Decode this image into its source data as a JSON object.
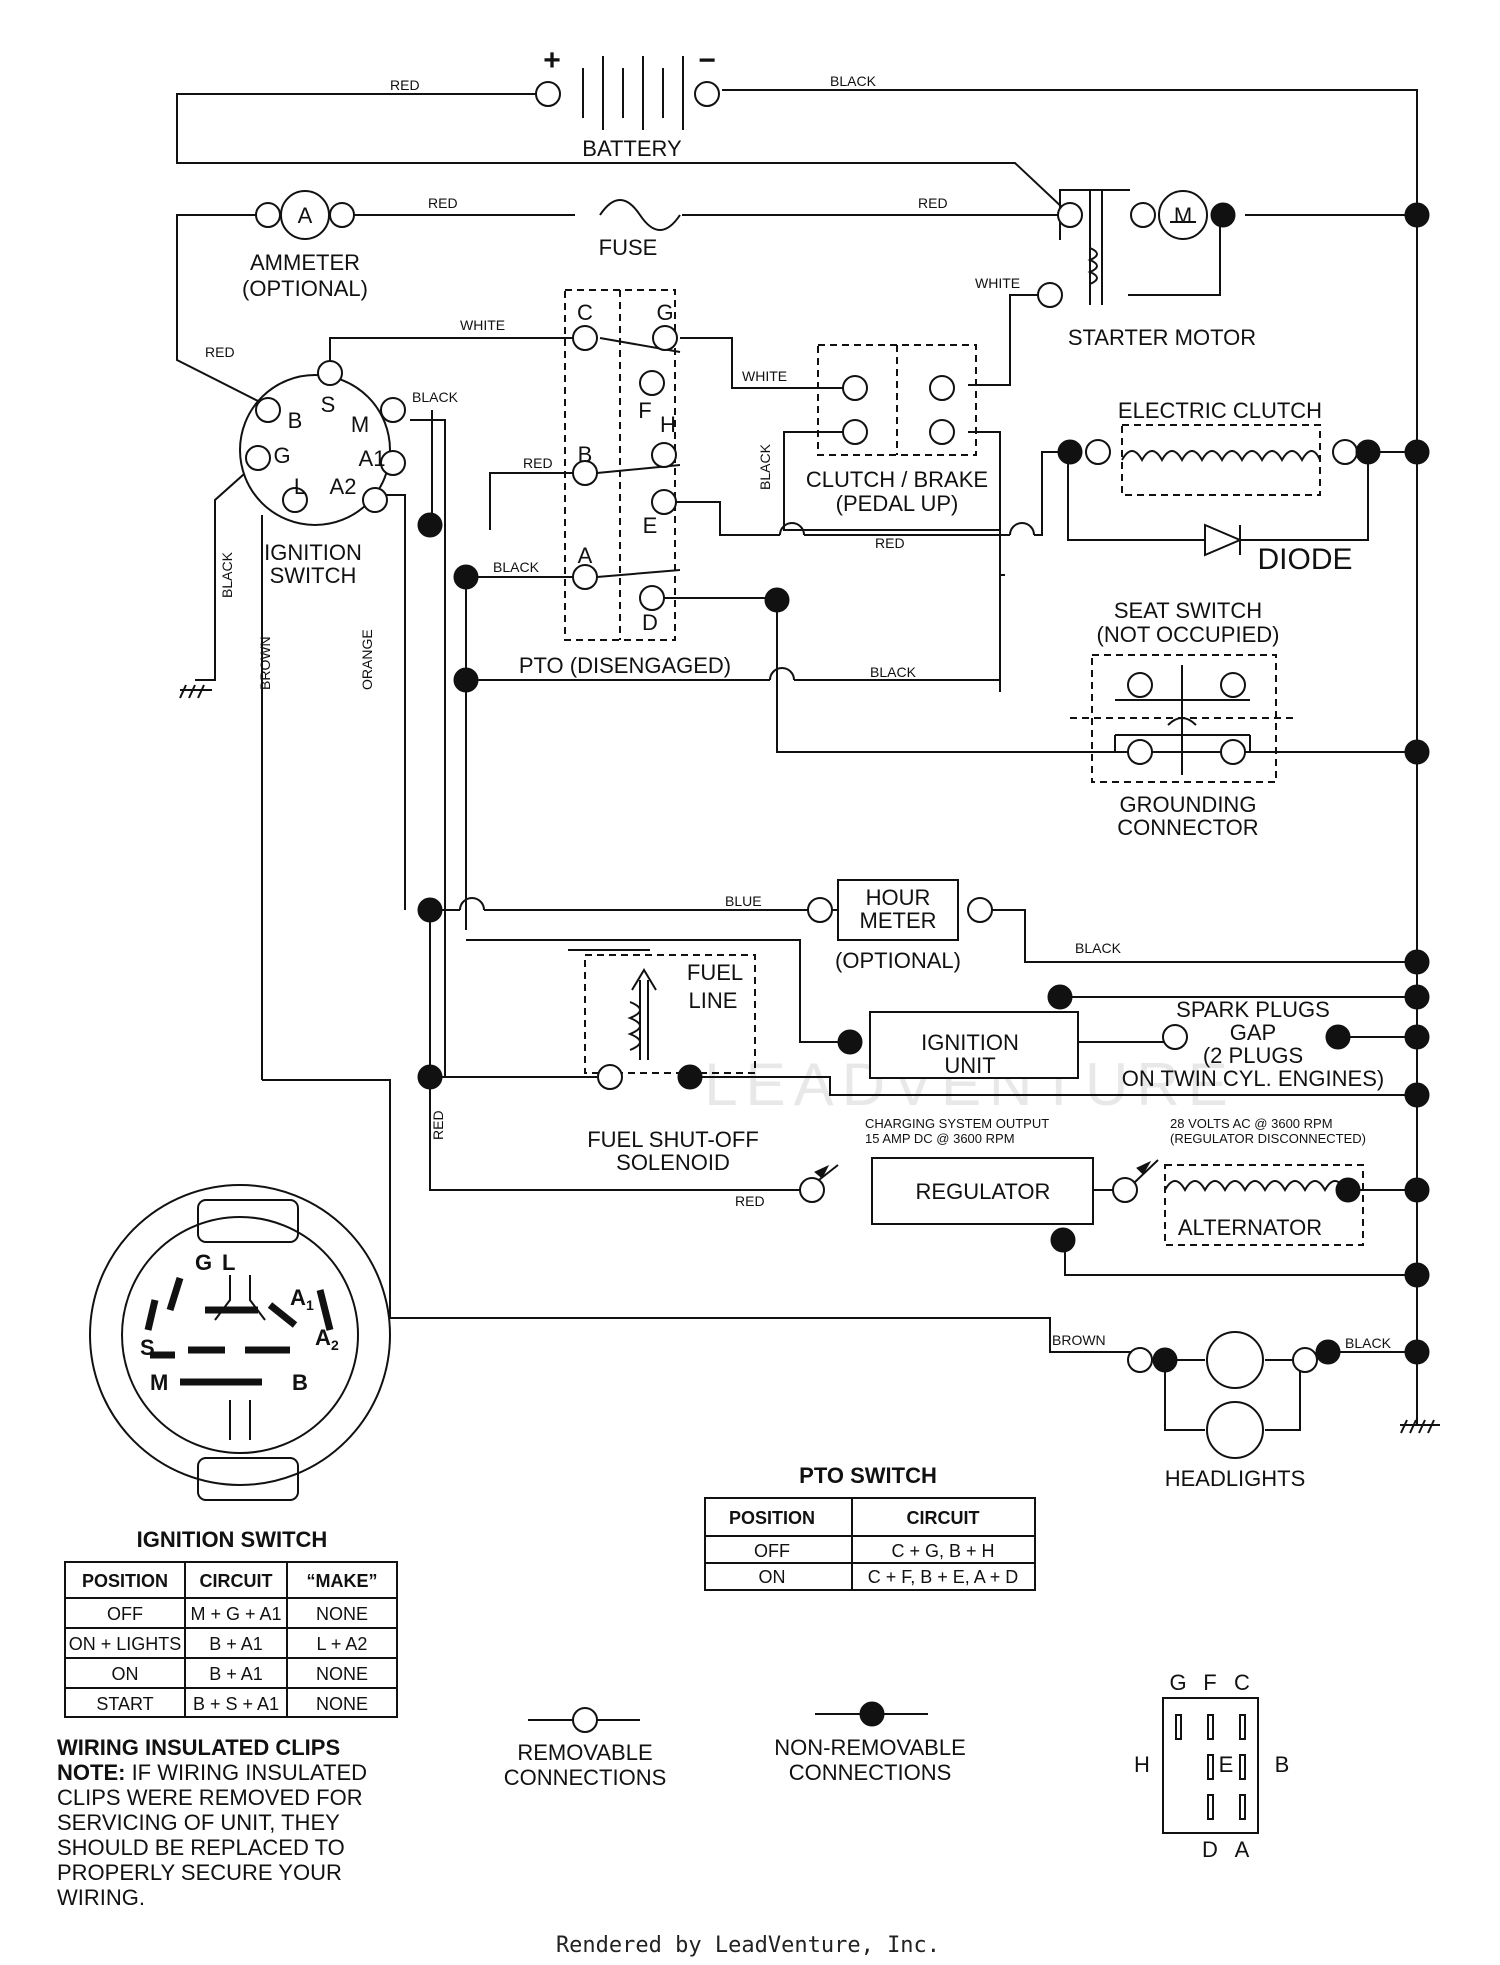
{
  "wire_colors": {
    "red": "RED",
    "black": "BLACK",
    "white": "WHITE",
    "brown": "BROWN",
    "orange": "ORANGE",
    "blue": "BLUE"
  },
  "components": {
    "battery": "BATTERY",
    "battery_plus": "+",
    "battery_minus": "−",
    "ammeter_letter": "A",
    "ammeter": "AMMETER",
    "ammeter_optional": "(OPTIONAL)",
    "fuse": "FUSE",
    "starter_motor": "STARTER MOTOR",
    "motor_letter": "M",
    "ignition_switch_line1": "IGNITION",
    "ignition_switch_line2": "SWITCH",
    "electric_clutch": "ELECTRIC CLUTCH",
    "diode": "DIODE",
    "clutch_brake": "CLUTCH / BRAKE",
    "pedal_up": "(PEDAL UP)",
    "pto_disengaged": "PTO (DISENGAGED)",
    "seat_switch": "SEAT SWITCH",
    "not_occupied": "(NOT OCCUPIED)",
    "grounding": "GROUNDING",
    "connector": "CONNECTOR",
    "hour_meter_line1": "HOUR",
    "hour_meter_line2": "METER",
    "hour_meter_optional": "(OPTIONAL)",
    "fuel_line_1": "FUEL",
    "fuel_line_2": "LINE",
    "ignition_unit_line1": "IGNITION",
    "ignition_unit_line2": "UNIT",
    "spark_plugs_1": "SPARK PLUGS",
    "spark_plugs_2": "GAP",
    "spark_plugs_3": "(2 PLUGS",
    "spark_plugs_4": "ON TWIN CYL. ENGINES)",
    "fuel_solenoid_1": "FUEL SHUT-OFF",
    "fuel_solenoid_2": "SOLENOID",
    "charging_output_1": "CHARGING SYSTEM OUTPUT",
    "charging_output_2": "15 AMP DC @ 3600 RPM",
    "regulator": "REGULATOR",
    "alternator_spec_1": "28 VOLTS AC @ 3600 RPM",
    "alternator_spec_2": "(REGULATOR DISCONNECTED)",
    "alternator": "ALTERNATOR",
    "headlights": "HEADLIGHTS"
  },
  "ignition_terminals": [
    "B",
    "S",
    "M",
    "G",
    "A1",
    "L",
    "A2"
  ],
  "pto_terminals": [
    "C",
    "G",
    "F",
    "H",
    "B",
    "E",
    "A",
    "D"
  ],
  "ignition_face_labels": {
    "g": "G",
    "l": "L",
    "a1": "A",
    "a1_sub": "1",
    "a2": "A",
    "a2_sub": "2",
    "s": "S",
    "m": "M",
    "b": "B"
  },
  "ignition_table": {
    "title": "IGNITION SWITCH",
    "headers": [
      "POSITION",
      "CIRCUIT",
      "“MAKE”"
    ],
    "rows": [
      [
        "OFF",
        "M + G + A1",
        "NONE"
      ],
      [
        "ON + LIGHTS",
        "B + A1",
        "L + A2"
      ],
      [
        "ON",
        "B + A1",
        "NONE"
      ],
      [
        "START",
        "B + S + A1",
        "NONE"
      ]
    ]
  },
  "pto_table": {
    "title": "PTO SWITCH",
    "headers": [
      "POSITION",
      "CIRCUIT"
    ],
    "rows": [
      [
        "OFF",
        "C + G, B + H"
      ],
      [
        "ON",
        "C + F, B + E, A + D"
      ]
    ]
  },
  "legend": {
    "removable_1": "REMOVABLE",
    "removable_2": "CONNECTIONS",
    "nonremovable_1": "NON-REMOVABLE",
    "nonremovable_2": "CONNECTIONS"
  },
  "note": {
    "heading": "WIRING INSULATED CLIPS",
    "label": "NOTE:",
    "lines": [
      " IF WIRING INSULATED",
      "CLIPS WERE REMOVED FOR",
      "SERVICING OF UNIT, THEY",
      "SHOULD BE REPLACED TO",
      "PROPERLY SECURE YOUR",
      "WIRING."
    ]
  },
  "pto_face": {
    "top": [
      "G",
      "F",
      "C"
    ],
    "left": "H",
    "center": "E",
    "right": "B",
    "bottom": [
      "D",
      "A"
    ]
  },
  "watermark": "LEADVENTURE",
  "footer": "Rendered by LeadVenture, Inc."
}
